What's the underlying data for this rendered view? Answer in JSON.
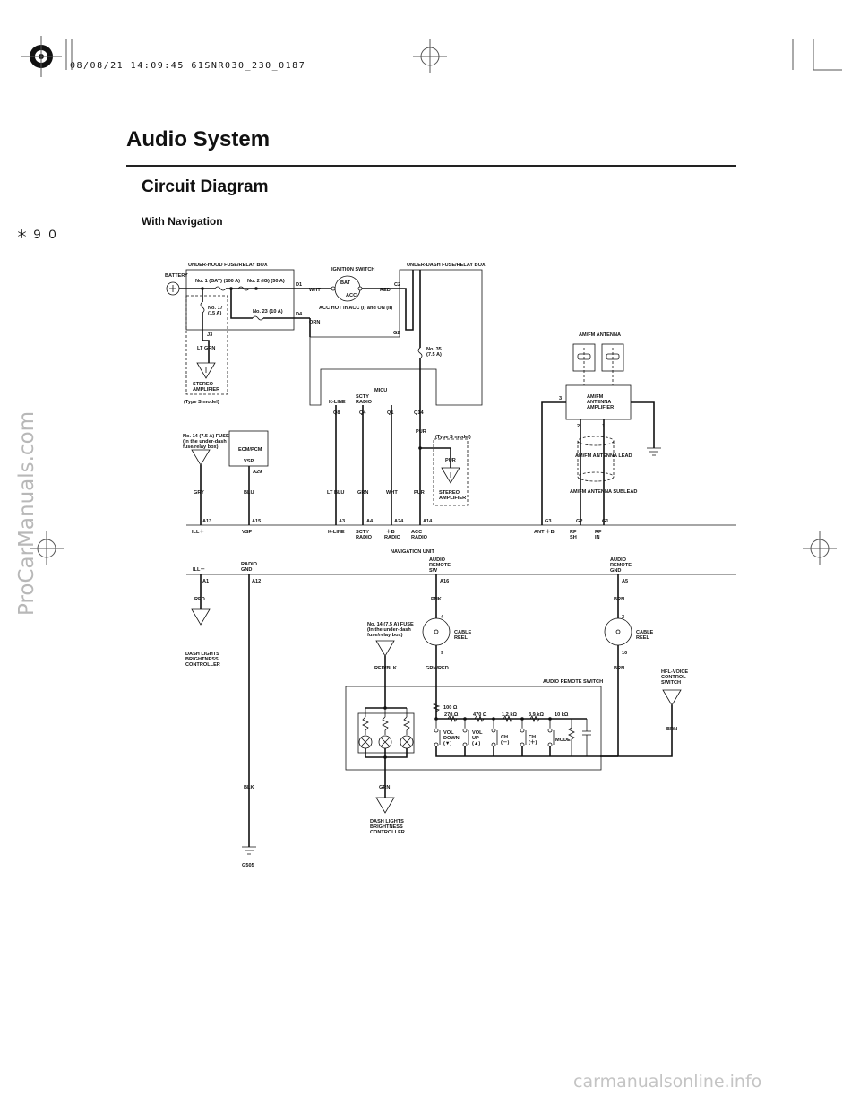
{
  "header": {
    "title": "Audio System",
    "subtitle": "Circuit Diagram",
    "section": "With Navigation",
    "page_number": "＊９０",
    "print_stamp": "08/08/21 14:09:45 61SNR030_230_0187"
  },
  "watermarks": {
    "side": "ProCarManuals.com",
    "bottom": "carmanualsonline.info"
  },
  "diagram": {
    "components": {
      "battery": "BATTERY",
      "underhood_box": "UNDER-HOOD FUSE/RELAY BOX",
      "fuse_bat": "No. 1 (BAT) (100 A)",
      "fuse_ig": "No. 2 (IG) (50 A)",
      "fuse17_a": "No. 17",
      "fuse17_b": "(15 A)",
      "fuse23": "No. 23 (10 A)",
      "ignition_switch": "IGNITION SWITCH",
      "ig_bat": "BAT",
      "ig_acc": "ACC",
      "ig_note": "ACC HOT in ACC (I) and ON (II)",
      "underdash_box": "UNDER-DASH FUSE/RELAY BOX",
      "fuse35_a": "No. 35",
      "fuse35_b": "(7.5 A)",
      "micu": "MICU",
      "ecm": "ECM/PCM",
      "stereo_amp_a": "STEREO",
      "stereo_amp_b": "AMPLIFIER",
      "type_s": "(Type S model)",
      "fuse14_a": "No. 14 (7.5 A) FUSE",
      "fuse14_b": "(In the under-dash",
      "fuse14_c": "fuse/relay box)",
      "am_fm_antenna": "AM/FM ANTENNA",
      "antenna_amp_a": "AM/FM",
      "antenna_amp_b": "ANTENNA",
      "antenna_amp_c": "AMPLIFIER",
      "antenna_lead": "AM/FM ANTENNA LEAD",
      "antenna_sublead": "AM/FM ANTENNA SUBLEAD",
      "nav_unit": "NAVIGATION UNIT",
      "dash_a": "DASH LIGHTS",
      "dash_b": "BRIGHTNESS",
      "dash_c": "CONTROLLER",
      "cable_reel_a": "CABLE",
      "cable_reel_b": "REEL",
      "audio_remote_switch": "AUDIO REMOTE SWITCH",
      "hfl_a": "HFL-VOICE",
      "hfl_b": "CONTROL",
      "hfl_c": "SWITCH",
      "ground": "G505"
    },
    "wires": {
      "wht": "WHT",
      "red": "RED",
      "orn": "ORN",
      "lt_grn": "LT GRN",
      "gry": "GRY",
      "blu": "BLU",
      "lt_blu": "LT BLU",
      "grn": "GRN",
      "pur": "PUR",
      "pnk": "PNK",
      "brn": "BRN",
      "red_blk": "RED/BLK",
      "grn_red": "GRN/RED",
      "blk": "BLK"
    },
    "connectors": {
      "d1": "D1",
      "d4": "D4",
      "c2": "C2",
      "g2": "G2",
      "j3": "J3",
      "q8": "Q8",
      "q4": "Q4",
      "q1": "Q1",
      "q14": "Q14",
      "a29": "A29",
      "a13": "A13",
      "a15": "A15",
      "a3": "A3",
      "a4": "A4",
      "a24": "A24",
      "a14": "A14",
      "g3": "G3",
      "gg2": "G2",
      "g1": "G1",
      "a1": "A1",
      "a12": "A12",
      "a16": "A16",
      "a5": "A5",
      "p2": "2",
      "p1": "1",
      "p3": "3",
      "p4": "4",
      "p9": "9",
      "p10": "10"
    },
    "pins": {
      "kline": "K-LINE",
      "scty_a": "SCTY",
      "scty_b": "RADIO",
      "vsp": "VSP",
      "ill_plus": "ILL＋",
      "b_radio_a": "＋B",
      "b_radio_b": "RADIO",
      "acc_a": "ACC",
      "acc_b": "RADIO",
      "ant_b": "ANT ＋B",
      "rf_sh_a": "RF",
      "rf_sh_b": "SH",
      "rf_in_a": "RF",
      "rf_in_b": "IN",
      "ill_minus": "ILL－",
      "radio_gnd_a": "RADIO",
      "radio_gnd_b": "GND",
      "ars_a": "AUDIO",
      "ars_b": "REMOTE",
      "ars_c": "SW",
      "arg_a": "AUDIO",
      "arg_b": "REMOTE",
      "arg_c": "GND"
    },
    "switch": {
      "r100": "100 Ω",
      "r270": "270 Ω",
      "r470": "470 Ω",
      "r1k2": "1.2 kΩ",
      "r3k9": "3.9 kΩ",
      "r10k": "10 kΩ",
      "vol_down_a": "VOL",
      "vol_down_b": "DOWN",
      "vol_down_c": "(▼)",
      "vol_up_a": "VOL",
      "vol_up_b": "UP",
      "vol_up_c": "(▲)",
      "ch_minus_a": "CH",
      "ch_minus_b": "(－)",
      "ch_plus_a": "CH",
      "ch_plus_b": "(＋)",
      "mode": "MODE"
    }
  }
}
